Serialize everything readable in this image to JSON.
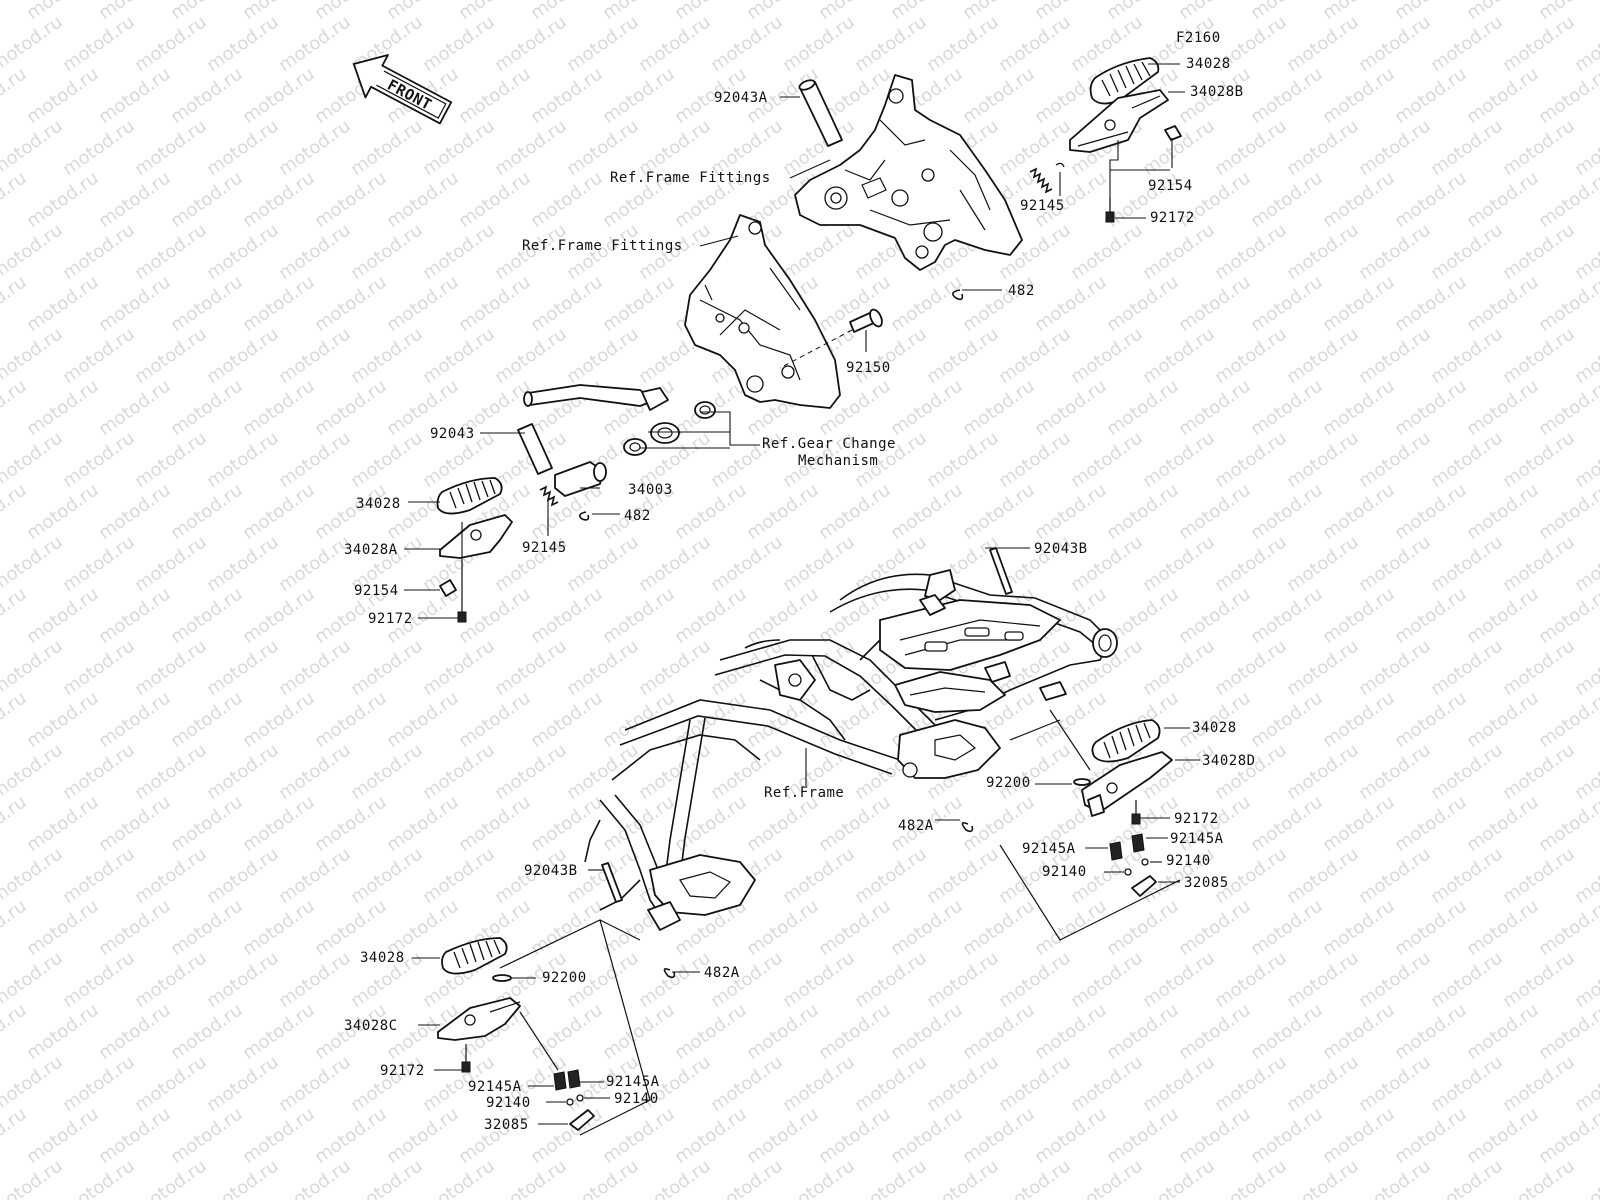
{
  "figure_code": "F2160",
  "front_arrow_text": "FRONT",
  "watermark_text": "motod.ru",
  "labels": {
    "a_34028": "34028",
    "a_34028B": "34028B",
    "a_92154": "92154",
    "a_92172": "92172",
    "a_92145": "92145",
    "a_482": "482",
    "a_92043A": "92043A",
    "ref_fittings_1": "Ref.Frame Fittings",
    "ref_fittings_2": "Ref.Frame Fittings",
    "a_92150": "92150",
    "ref_gear_1": "Ref.Gear Change",
    "ref_gear_2": "Mechanism",
    "b_92043": "92043",
    "b_34003": "34003",
    "b_482": "482",
    "b_92145": "92145",
    "b_34028": "34028",
    "b_34028A": "34028A",
    "b_92154": "92154",
    "b_92172": "92172",
    "c_92043B": "92043B",
    "ref_frame": "Ref.Frame",
    "c_92200": "92200",
    "c_482A": "482A",
    "c_34028": "34028",
    "c_34028D": "34028D",
    "c_92172": "92172",
    "c_92145A_l": "92145A",
    "c_92145A_r": "92145A",
    "c_92140_l": "92140",
    "c_92140_r": "92140",
    "c_32085": "32085",
    "d_92043B": "92043B",
    "d_482A": "482A",
    "d_34028": "34028",
    "d_92200": "92200",
    "d_34028C": "34028C",
    "d_92172": "92172",
    "d_92145A_l": "92145A",
    "d_92145A_r": "92145A",
    "d_92140_l": "92140",
    "d_92140_r": "92140",
    "d_32085": "32085"
  }
}
